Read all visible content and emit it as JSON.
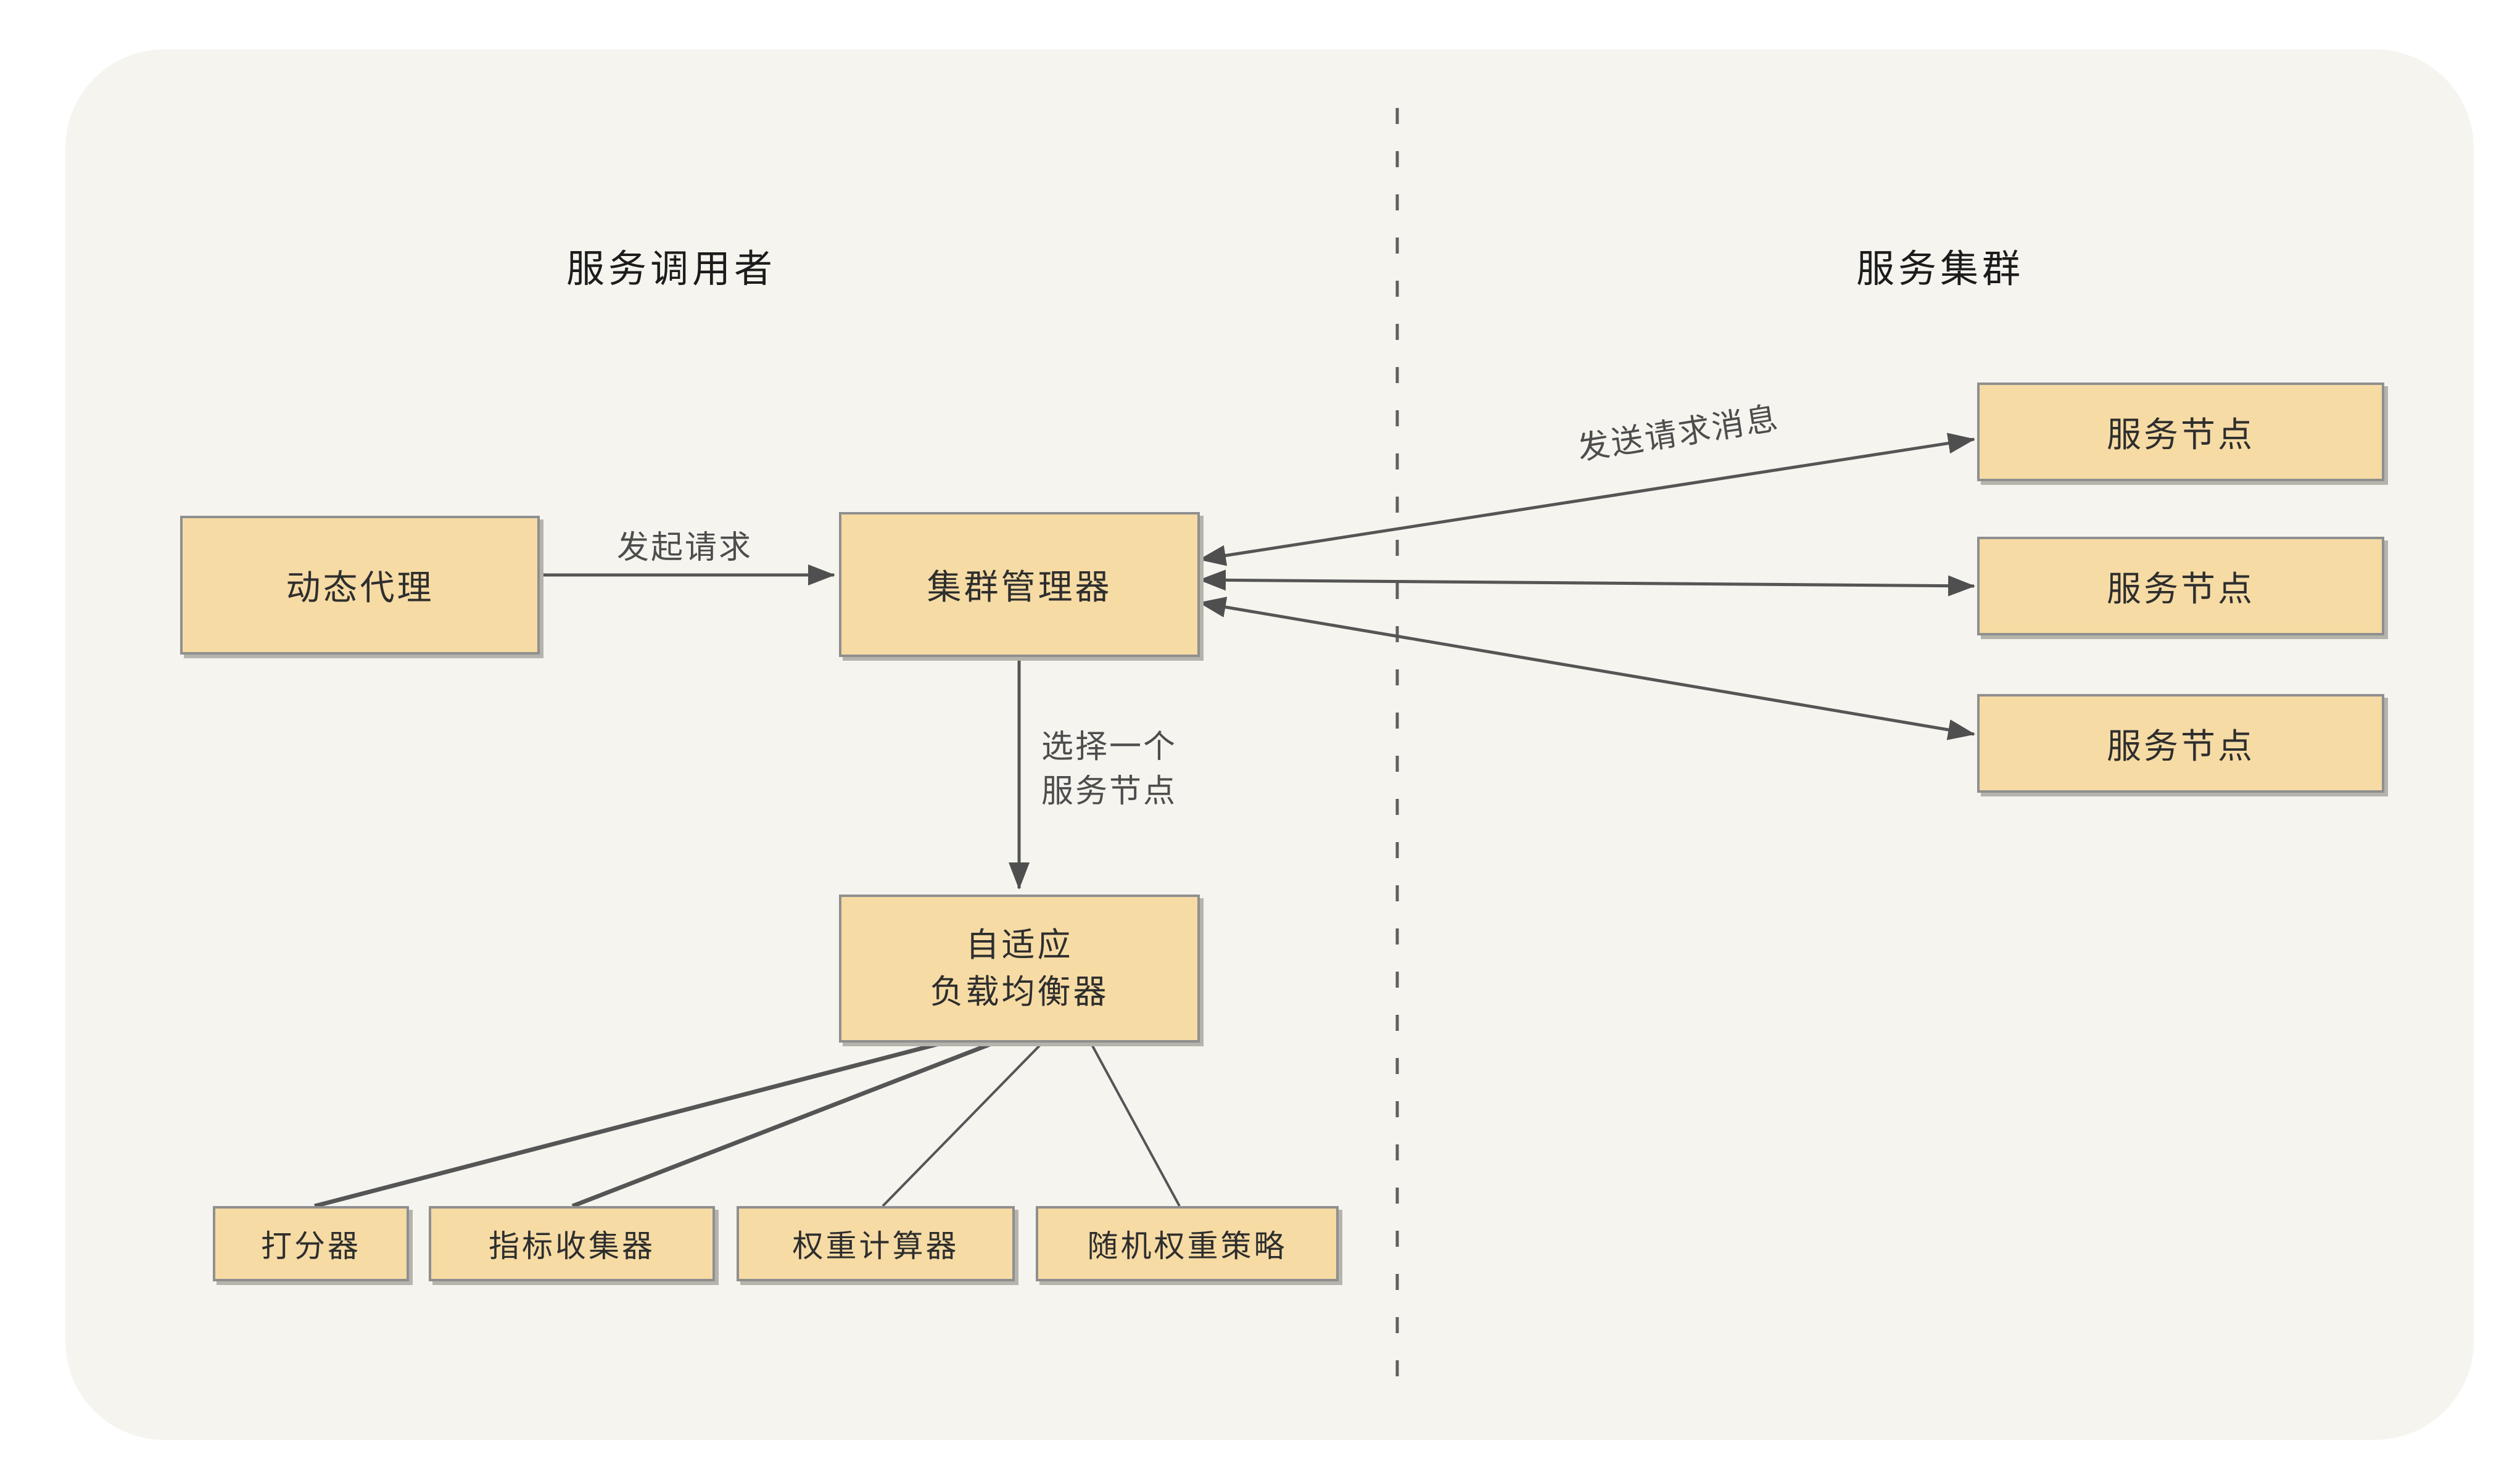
{
  "titles": {
    "left": "服务调用者",
    "right": "服务集群"
  },
  "nodes": {
    "dynamic_proxy": "动态代理",
    "cluster_manager": "集群管理器",
    "adaptive_lb_line1": "自适应",
    "adaptive_lb_line2": "负载均衡器",
    "service_node_1": "服务节点",
    "service_node_2": "服务节点",
    "service_node_3": "服务节点",
    "scorer": "打分器",
    "metrics_collector": "指标收集器",
    "weight_calculator": "权重计算器",
    "random_weight_strategy": "随机权重策略"
  },
  "edge_labels": {
    "initiate_request": "发起请求",
    "send_request_message": "发送请求消息",
    "select_node_line1": "选择一个",
    "select_node_line2": "服务节点"
  },
  "colors": {
    "canvas_background": "#F5F4EF",
    "node_fill": "#F6DBA4",
    "node_border": "#8F8F8F",
    "connector": "#555555",
    "arrowhead": "#4F4F4F",
    "divider": "#5F5F5F",
    "edge_label_text": "#4D4D4D",
    "node_text": "#2E2E2E",
    "title_text": "#1C1C1C"
  }
}
